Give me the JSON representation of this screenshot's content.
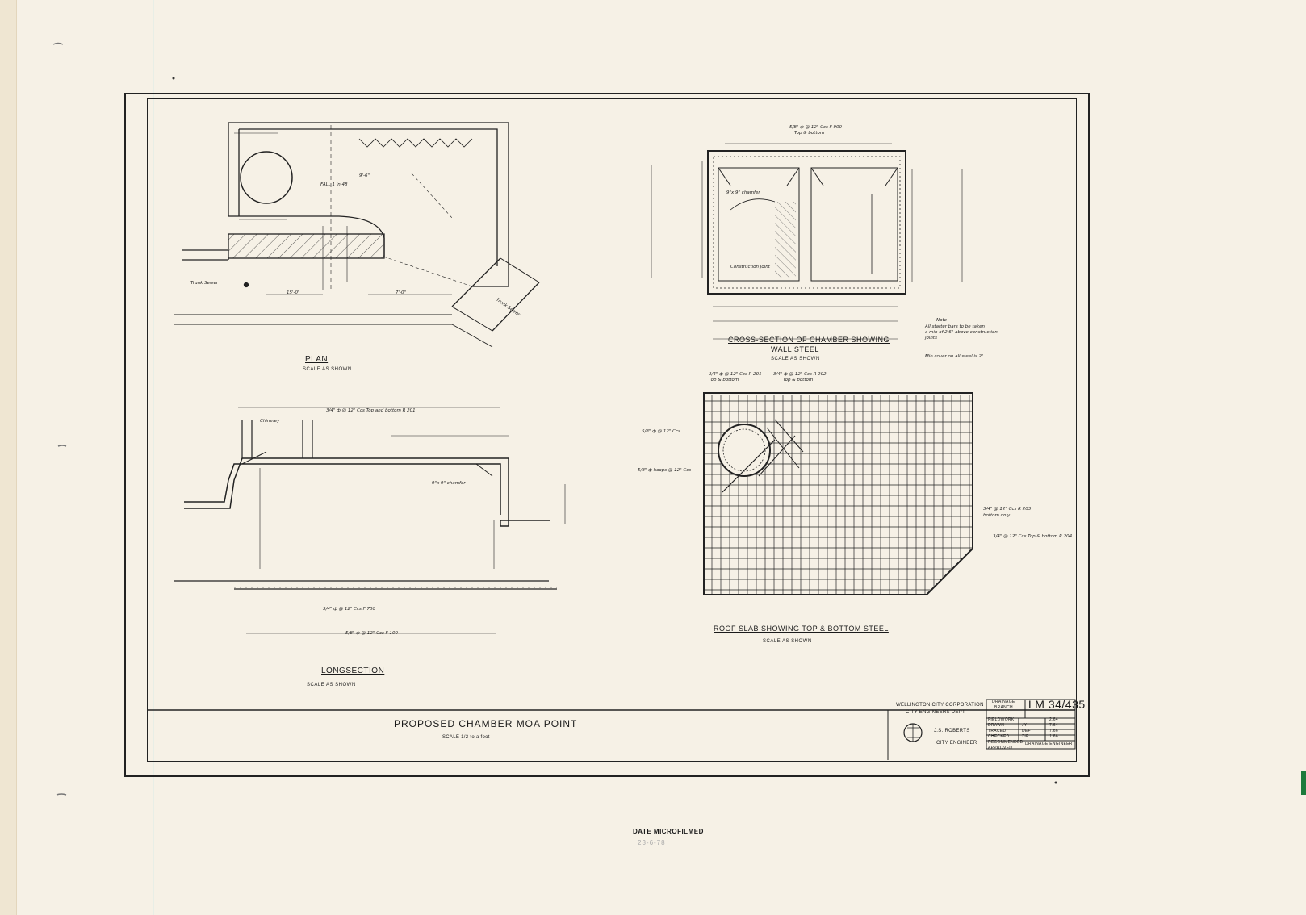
{
  "views": {
    "plan": {
      "title": "PLAN",
      "scale": "SCALE AS SHOWN"
    },
    "cross_section": {
      "title_line1": "CROSS-SECTION OF CHAMBER SHOWING",
      "title_line2": "WALL STEEL",
      "scale": "SCALE AS SHOWN"
    },
    "longsection": {
      "title": "LONGSECTION",
      "scale": "SCALE AS SHOWN"
    },
    "roof_slab": {
      "title": "ROOF SLAB SHOWING TOP & BOTTOM STEEL",
      "scale": "SCALE AS SHOWN"
    }
  },
  "annotations": {
    "plan_trunk_sewer_left": "Trunk Sewer",
    "plan_trunk_sewer_right": "Trunk Sewer",
    "plan_fall": "FALL 1 in 48",
    "plan_dim_1": "9'-6\"",
    "plan_dim_2": "15'-0\"",
    "plan_dim_3": "7'-0\"",
    "cs_top_bar": "5/8\" ф @ 12\" Ccs F 900",
    "cs_top_bar_2": "Top & bottom",
    "cs_chamfer": "9\"x 9\" chamfer",
    "cs_construction_joint": "Construction Joint",
    "cs_note_head": "Note",
    "cs_note_body_1": "All starter bars to be taken",
    "cs_note_body_2": "a min of 2'6\" above construction",
    "cs_note_body_3": "joints",
    "cs_min_cover": "Min cover on all steel is 2\"",
    "ls_top_bar": "3/4\" ф @ 12\" Ccs Top and bottom R 201",
    "ls_chimney": "Chimney",
    "ls_chamfer": "9\"x 9\" chamfer",
    "ls_bottom_bar": "3/4\" ф @ 12\" Ccs F 700",
    "ls_bottom_bar_2": "5/8\" ф @ 12\" Ccs F 100",
    "rs_bar_1": "3/4\" ф @ 12\" Ccs R 201",
    "rs_bar_1b": "Top & bottom",
    "rs_bar_2": "3/4\" ф @ 12\" Ccs R 202",
    "rs_bar_2b": "Top & bottom",
    "rs_hoops": "5/8\" ф hoops @ 12\" Ccs",
    "rs_bar_3": "5/8\" ф @ 12\" Ccs",
    "rs_bar_4": "3/4\" @ 12\" Ccs R 203",
    "rs_bar_4b": "bottom only",
    "rs_bar_5": "3/4\" @ 12\" Ccs Top & bottom R 204"
  },
  "title_block": {
    "drawing_title": "PROPOSED CHAMBER MOA POINT",
    "scale_prefix": "SCALE",
    "scale_fraction": "1/2",
    "scale_suffix": "to a foot",
    "org_line1": "WELLINGTON CITY CORPORATION",
    "org_line2": "CITY ENGINEERS DEPT",
    "engineer_name": "J.S. ROBERTS",
    "engineer_title": "CITY ENGINEER",
    "branch_line1": "DRAINAGE",
    "branch_line2": "BRANCH",
    "drawing_number": "LM 34/435",
    "rows": [
      {
        "label": "FIELDWORK",
        "by": "",
        "date": "2.64"
      },
      {
        "label": "DRAWN",
        "by": "JY",
        "date": "7.64"
      },
      {
        "label": "TRACED",
        "by": "DEF",
        "date": "7.66"
      },
      {
        "label": "CHECKED",
        "by": "ZIE",
        "date": "1.66"
      },
      {
        "label": "RECOMMENDED",
        "by": "",
        "date": ""
      },
      {
        "label": "APPROVED",
        "by": "",
        "date": ""
      }
    ],
    "drainage_engineer": "DRAINAGE ENGINEER"
  },
  "microfilm": {
    "label": "DATE MICROFILMED",
    "date": "23-6-78"
  },
  "colors": {
    "paper": "#f6f1e6",
    "ink": "#1a1a1a",
    "accent_tab": "#1d7a3c"
  }
}
